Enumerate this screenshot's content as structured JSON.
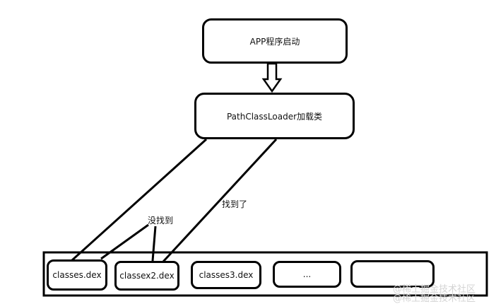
{
  "nodes": {
    "app_start": "APP程序启动",
    "loader": "PathClassLoader加载类",
    "dex1": "classes.dex",
    "dex2": "classex2.dex",
    "dex3": "classes3.dex",
    "dex4": "...",
    "dex5": ""
  },
  "edges": {
    "not_found": "没找到",
    "found": "找到了"
  },
  "watermark": {
    "line1": "@稀土掘金技术社区",
    "line2": "@稀土掘金技术社区"
  }
}
